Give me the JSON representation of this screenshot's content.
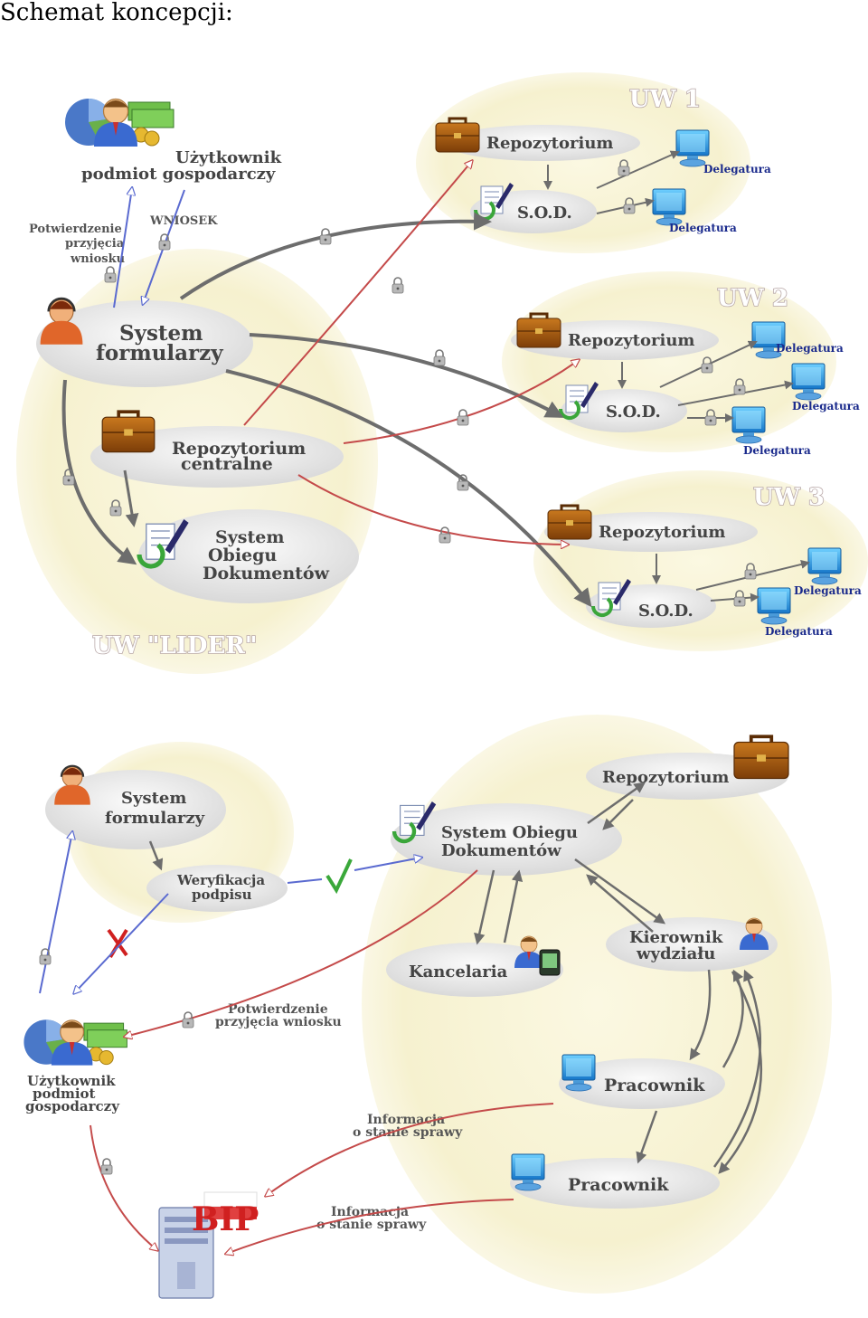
{
  "title": "Schemat koncepcji:",
  "top": {
    "user_line1": "Użytkownik",
    "user_line2": "podmiot gospodarczy",
    "confirm_line1": "Potwierdzenie",
    "confirm_line2": "przyjęcia",
    "confirm_line3": "wniosku",
    "wniosek": "WNIOSEK",
    "sf_line1": "System",
    "sf_line2": "formularzy",
    "rc_line1": "Repozytorium",
    "rc_line2": "centralne",
    "sod_line1": "System",
    "sod_line2": "Obiegu",
    "sod_line3": "Dokumentów",
    "lider": "UW \"LIDER\"",
    "uw1": "UW 1",
    "uw2": "UW 2",
    "uw3": "UW 3",
    "repozytorium": "Repozytorium",
    "sod_short": "S.O.D.",
    "delegatura": "Delegatura"
  },
  "bottom": {
    "sf_line1": "System",
    "sf_line2": "formularzy",
    "wer_line1": "Weryfikacja",
    "wer_line2": "podpisu",
    "sod_line1": "System Obiegu",
    "sod_line2": "Dokumentów",
    "repozytorium": "Repozytorium",
    "kancelaria": "Kancelaria",
    "kier_line1": "Kierownik",
    "kier_line2": "wydziału",
    "confirm_line1": "Potwierdzenie",
    "confirm_line2": "przyjęcia wniosku",
    "user_line1": "Użytkownik",
    "user_line2": "podmiot",
    "user_line3": "gospodarczy",
    "info_line1": "Informacja",
    "info_line2": "o stanie sprawy",
    "pracownik": "Pracownik",
    "bip": "BIP"
  },
  "colors": {
    "region_fill": "#f7f3d6",
    "node_fill": "#eeeeee",
    "arrow_gray": "#6d6d6d",
    "arrow_red": "#c44a4a",
    "arrow_blue": "#5a6ad0",
    "uw_outline": "#b9a9a9"
  },
  "icons": [
    "person-money-icon",
    "headset-operator-icon",
    "briefcase-icon",
    "document-pen-icon",
    "computer-monitor-icon",
    "padlock-icon",
    "server-bip-icon",
    "checkmark-icon",
    "cross-icon",
    "businessman-icon",
    "pda-person-icon"
  ]
}
